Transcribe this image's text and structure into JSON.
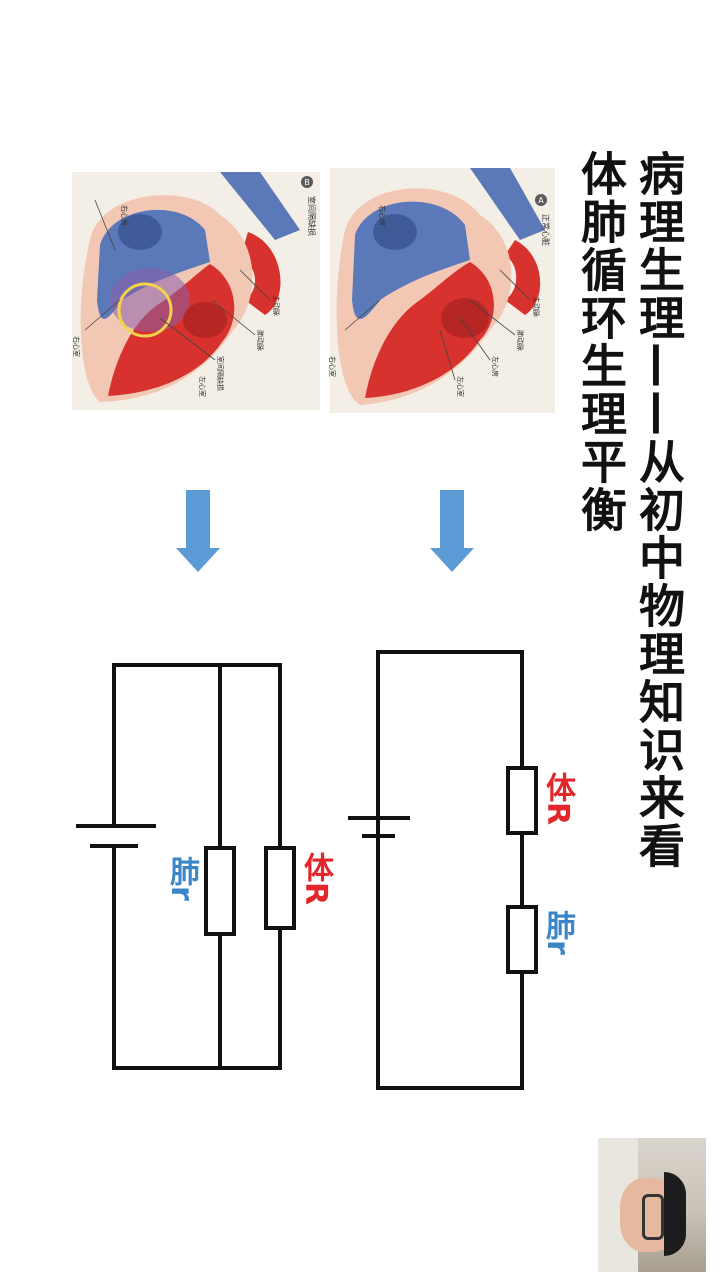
{
  "title": {
    "line1": "病理生理——从初中物理知识来看",
    "line2": "体肺循环生理平衡"
  },
  "heart_panel_a": {
    "badge": "A",
    "caption": "正常心脏",
    "labels": [
      "主动脉",
      "肺动脉",
      "左心房",
      "右心房",
      "左心室",
      "右心室"
    ]
  },
  "heart_panel_b": {
    "badge": "B",
    "caption": "室间隔缺损",
    "labels": [
      "主动脉",
      "肺动脉",
      "室间隔缺损",
      "右心房",
      "左心室",
      "右心室"
    ]
  },
  "series_circuit": {
    "resistor_systemic": "体R",
    "resistor_pulmonary": "肺r"
  },
  "parallel_circuit": {
    "resistor_systemic": "体R",
    "resistor_pulmonary": "肺r"
  },
  "colors": {
    "arrow": "#5b9bd5",
    "systemic_label": "#e3262b",
    "pulmonary_label": "#3a86c8",
    "wire": "#111111",
    "oxygenated": "#d8322e",
    "deoxygenated": "#5b79b8"
  }
}
